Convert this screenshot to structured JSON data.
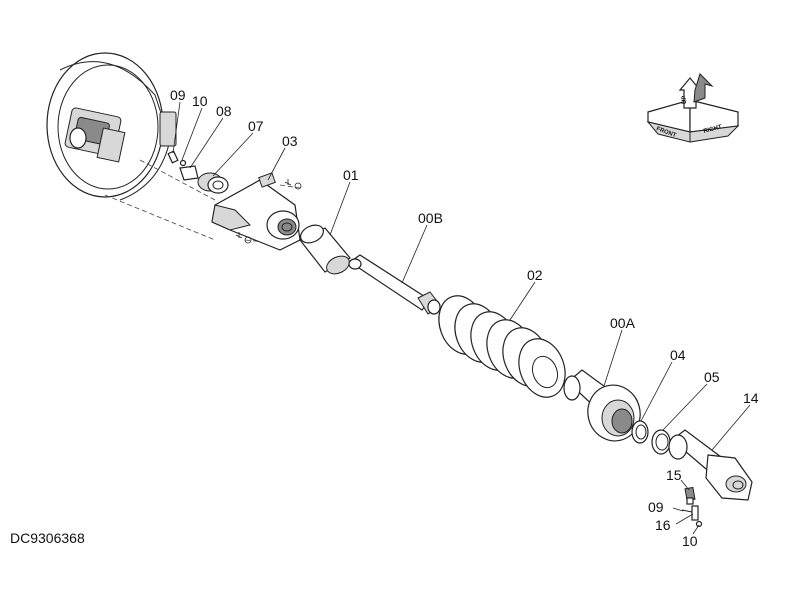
{
  "drawing_code": "DC9306368",
  "orientation_icon": {
    "labels": [
      "FRONT",
      "RIGHT",
      "UP"
    ]
  },
  "parts": [
    {
      "id": "p09a",
      "label": "09"
    },
    {
      "id": "p10a",
      "label": "10"
    },
    {
      "id": "p08",
      "label": "08"
    },
    {
      "id": "p07",
      "label": "07"
    },
    {
      "id": "p03",
      "label": "03"
    },
    {
      "id": "p01",
      "label": "01"
    },
    {
      "id": "p00B",
      "label": "00B"
    },
    {
      "id": "p02",
      "label": "02"
    },
    {
      "id": "p00A",
      "label": "00A"
    },
    {
      "id": "p04",
      "label": "04"
    },
    {
      "id": "p05",
      "label": "05"
    },
    {
      "id": "p14",
      "label": "14"
    },
    {
      "id": "p15",
      "label": "15"
    },
    {
      "id": "p09b",
      "label": "09"
    },
    {
      "id": "p16",
      "label": "16"
    },
    {
      "id": "p10b",
      "label": "10"
    }
  ]
}
